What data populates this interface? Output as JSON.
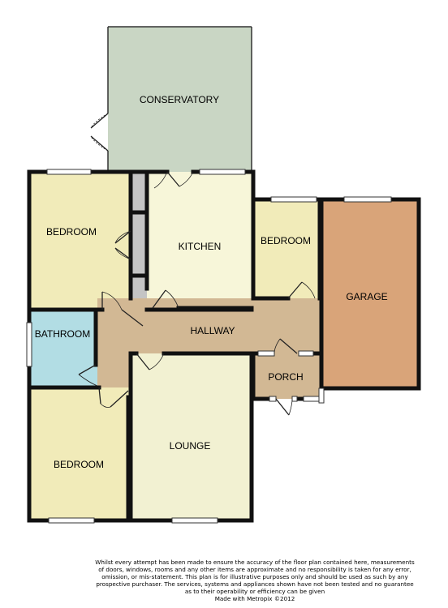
{
  "rooms": {
    "conservatory": "CONSERVATORY",
    "bedroom_top_left": "BEDROOM",
    "kitchen": "KITCHEN",
    "bedroom_small": "BEDROOM",
    "garage": "GARAGE",
    "bathroom": "BATHROOM",
    "hallway": "HALLWAY",
    "porch": "PORCH",
    "lounge": "LOUNGE",
    "bedroom_bottom_left": "BEDROOM"
  },
  "colors": {
    "conservatory": "#c9d6c4",
    "bedroom": "#f1ebb9",
    "kitchen": "#f7f6d9",
    "lounge": "#f2f1d2",
    "garage": "#d9a479",
    "bathroom": "#b2dde4",
    "hallway": "#d2b894",
    "porch": "#d2b894",
    "cupboard": "#c4c4c4",
    "wall": "#111111"
  },
  "disclaimer": {
    "line1": "Whilst every attempt has been made to ensure the accuracy of the floor plan contained here, measurements",
    "line2": "of doors, windows, rooms and any other items are approximate and no responsibility is taken for any error,",
    "line3": "omission, or mis-statement. This plan is for illustrative purposes only and should be used as such by any",
    "line4": "prospective purchaser. The services, systems and appliances shown have not been tested and no guarantee",
    "line5": "as to their operability or efficiency can be given",
    "line6": "Made with Metropix ©2012"
  }
}
